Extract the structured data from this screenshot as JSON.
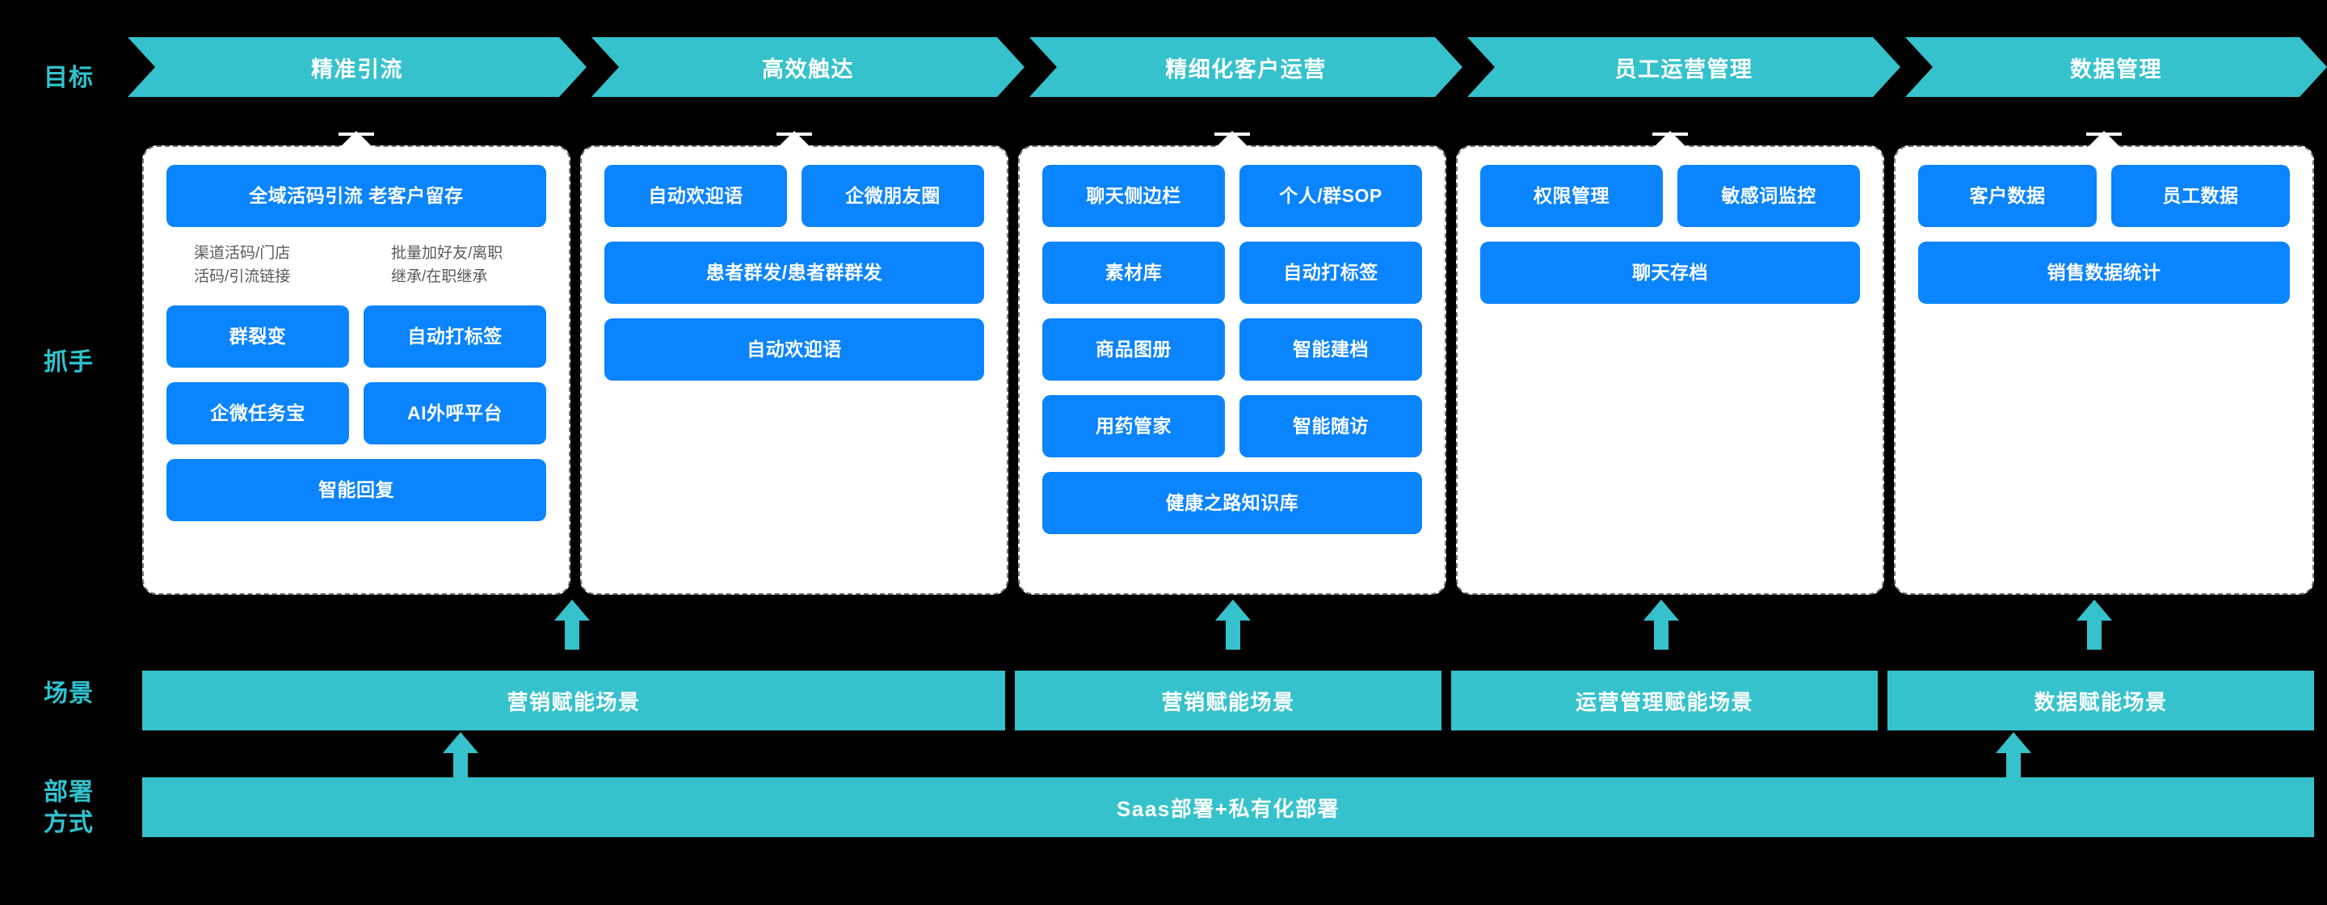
{
  "theme": {
    "background": "#000000",
    "teal": "#35c2cc",
    "teal_text": "#2fc3cf",
    "blue_tile": "#0a84ff",
    "panel_bg": "#ffffff",
    "panel_border": "#777777",
    "note_text": "#5a5a5a"
  },
  "rail": {
    "goal": "目标",
    "lever": "抓手",
    "scene": "场景",
    "deploy_line1": "部署",
    "deploy_line2": "方式"
  },
  "stages": [
    {
      "label": "精准引流"
    },
    {
      "label": "高效触达"
    },
    {
      "label": "精细化客户运营"
    },
    {
      "label": "员工运营管理"
    },
    {
      "label": "数据管理"
    }
  ],
  "panels": [
    {
      "id": "panel-1",
      "rows": [
        {
          "type": "tiles",
          "items": [
            "全域活码引流 老客户留存"
          ]
        },
        {
          "type": "notes",
          "items": [
            "渠道活码/门店\n活码/引流链接",
            "批量加好友/离职\n继承/在职继承"
          ]
        },
        {
          "type": "tiles",
          "items": [
            "群裂变",
            "自动打标签"
          ]
        },
        {
          "type": "tiles",
          "items": [
            "企微任务宝",
            "AI外呼平台"
          ]
        },
        {
          "type": "tiles",
          "items": [
            "智能回复"
          ]
        }
      ]
    },
    {
      "id": "panel-2",
      "rows": [
        {
          "type": "tiles",
          "items": [
            "自动欢迎语",
            "企微朋友圈"
          ]
        },
        {
          "type": "tiles",
          "items": [
            "患者群发/患者群群发"
          ]
        },
        {
          "type": "tiles",
          "items": [
            "自动欢迎语"
          ]
        }
      ]
    },
    {
      "id": "panel-3",
      "rows": [
        {
          "type": "tiles",
          "items": [
            "聊天侧边栏",
            "个人/群SOP"
          ]
        },
        {
          "type": "tiles",
          "items": [
            "素材库",
            "自动打标签"
          ]
        },
        {
          "type": "tiles",
          "items": [
            "商品图册",
            "智能建档"
          ]
        },
        {
          "type": "tiles",
          "items": [
            "用药管家",
            "智能随访"
          ]
        },
        {
          "type": "tiles",
          "items": [
            "健康之路知识库"
          ]
        }
      ]
    },
    {
      "id": "panel-4",
      "rows": [
        {
          "type": "tiles",
          "items": [
            "权限管理",
            "敏感词监控"
          ]
        },
        {
          "type": "tiles",
          "items": [
            "聊天存档"
          ]
        }
      ]
    },
    {
      "id": "panel-5",
      "rows": [
        {
          "type": "tiles",
          "items": [
            "客户数据",
            "员工数据"
          ]
        },
        {
          "type": "tiles",
          "items": [
            "销售数据统计"
          ]
        }
      ]
    }
  ],
  "scenarios": [
    {
      "label": "营销赋能场景"
    },
    {
      "label": "营销赋能场景"
    },
    {
      "label": "运营管理赋能场景"
    },
    {
      "label": "数据赋能场景"
    }
  ],
  "deployment": {
    "label": "Saas部署+私有化部署"
  }
}
